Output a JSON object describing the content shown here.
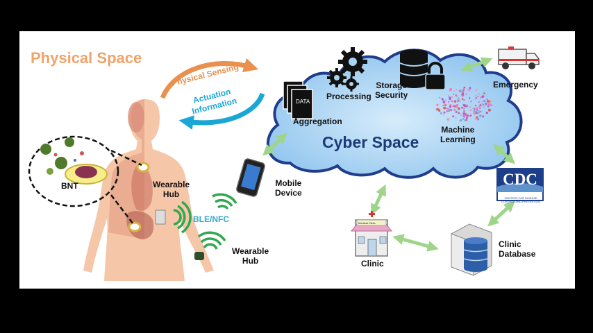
{
  "regions": {
    "physical_title": "Physical Space",
    "cyber_title": "Cyber Space"
  },
  "flows": {
    "sensing": "Physical Sensing",
    "actuation_1": "Actuation",
    "actuation_2": "Information",
    "wireless": "BLE/NFC"
  },
  "cloud_items": {
    "processing": "Processing",
    "storage_1": "Storage",
    "storage_2": "Security",
    "aggregation": "Aggregation",
    "data_tag": "DATA",
    "ml_1": "Machine",
    "ml_2": "Learning"
  },
  "nodes": {
    "bnt": "BNT",
    "wearable_hub_body_1": "Wearable",
    "wearable_hub_body_2": "Hub",
    "wearable_hub_wrist_1": "Wearable",
    "wearable_hub_wrist_2": "Hub",
    "mobile_1": "Mobile",
    "mobile_2": "Device",
    "emergency": "Emergency",
    "clinic": "Clinic",
    "clinic_sign": "Medical Clinic",
    "clinic_db_1": "Clinic",
    "clinic_db_2": "Database",
    "cdc_logo": "CDC",
    "cdc_sub": "CENTERS FOR DISEASE CONTROL AND PREVENTION"
  },
  "colors": {
    "physical_title": "#f0a36a",
    "cloud_fill": "#a9d4f3",
    "cloud_stroke": "#1f3d8c",
    "cyber_title": "#1c3a7a",
    "arrow_green": "#9fd58a",
    "wireless_green": "#2fa84f",
    "ble_text": "#35a9c9",
    "sensing_arrow": "#e9904f",
    "actuation_arrow": "#1aa7d6",
    "skin": "#f5c6a8"
  }
}
